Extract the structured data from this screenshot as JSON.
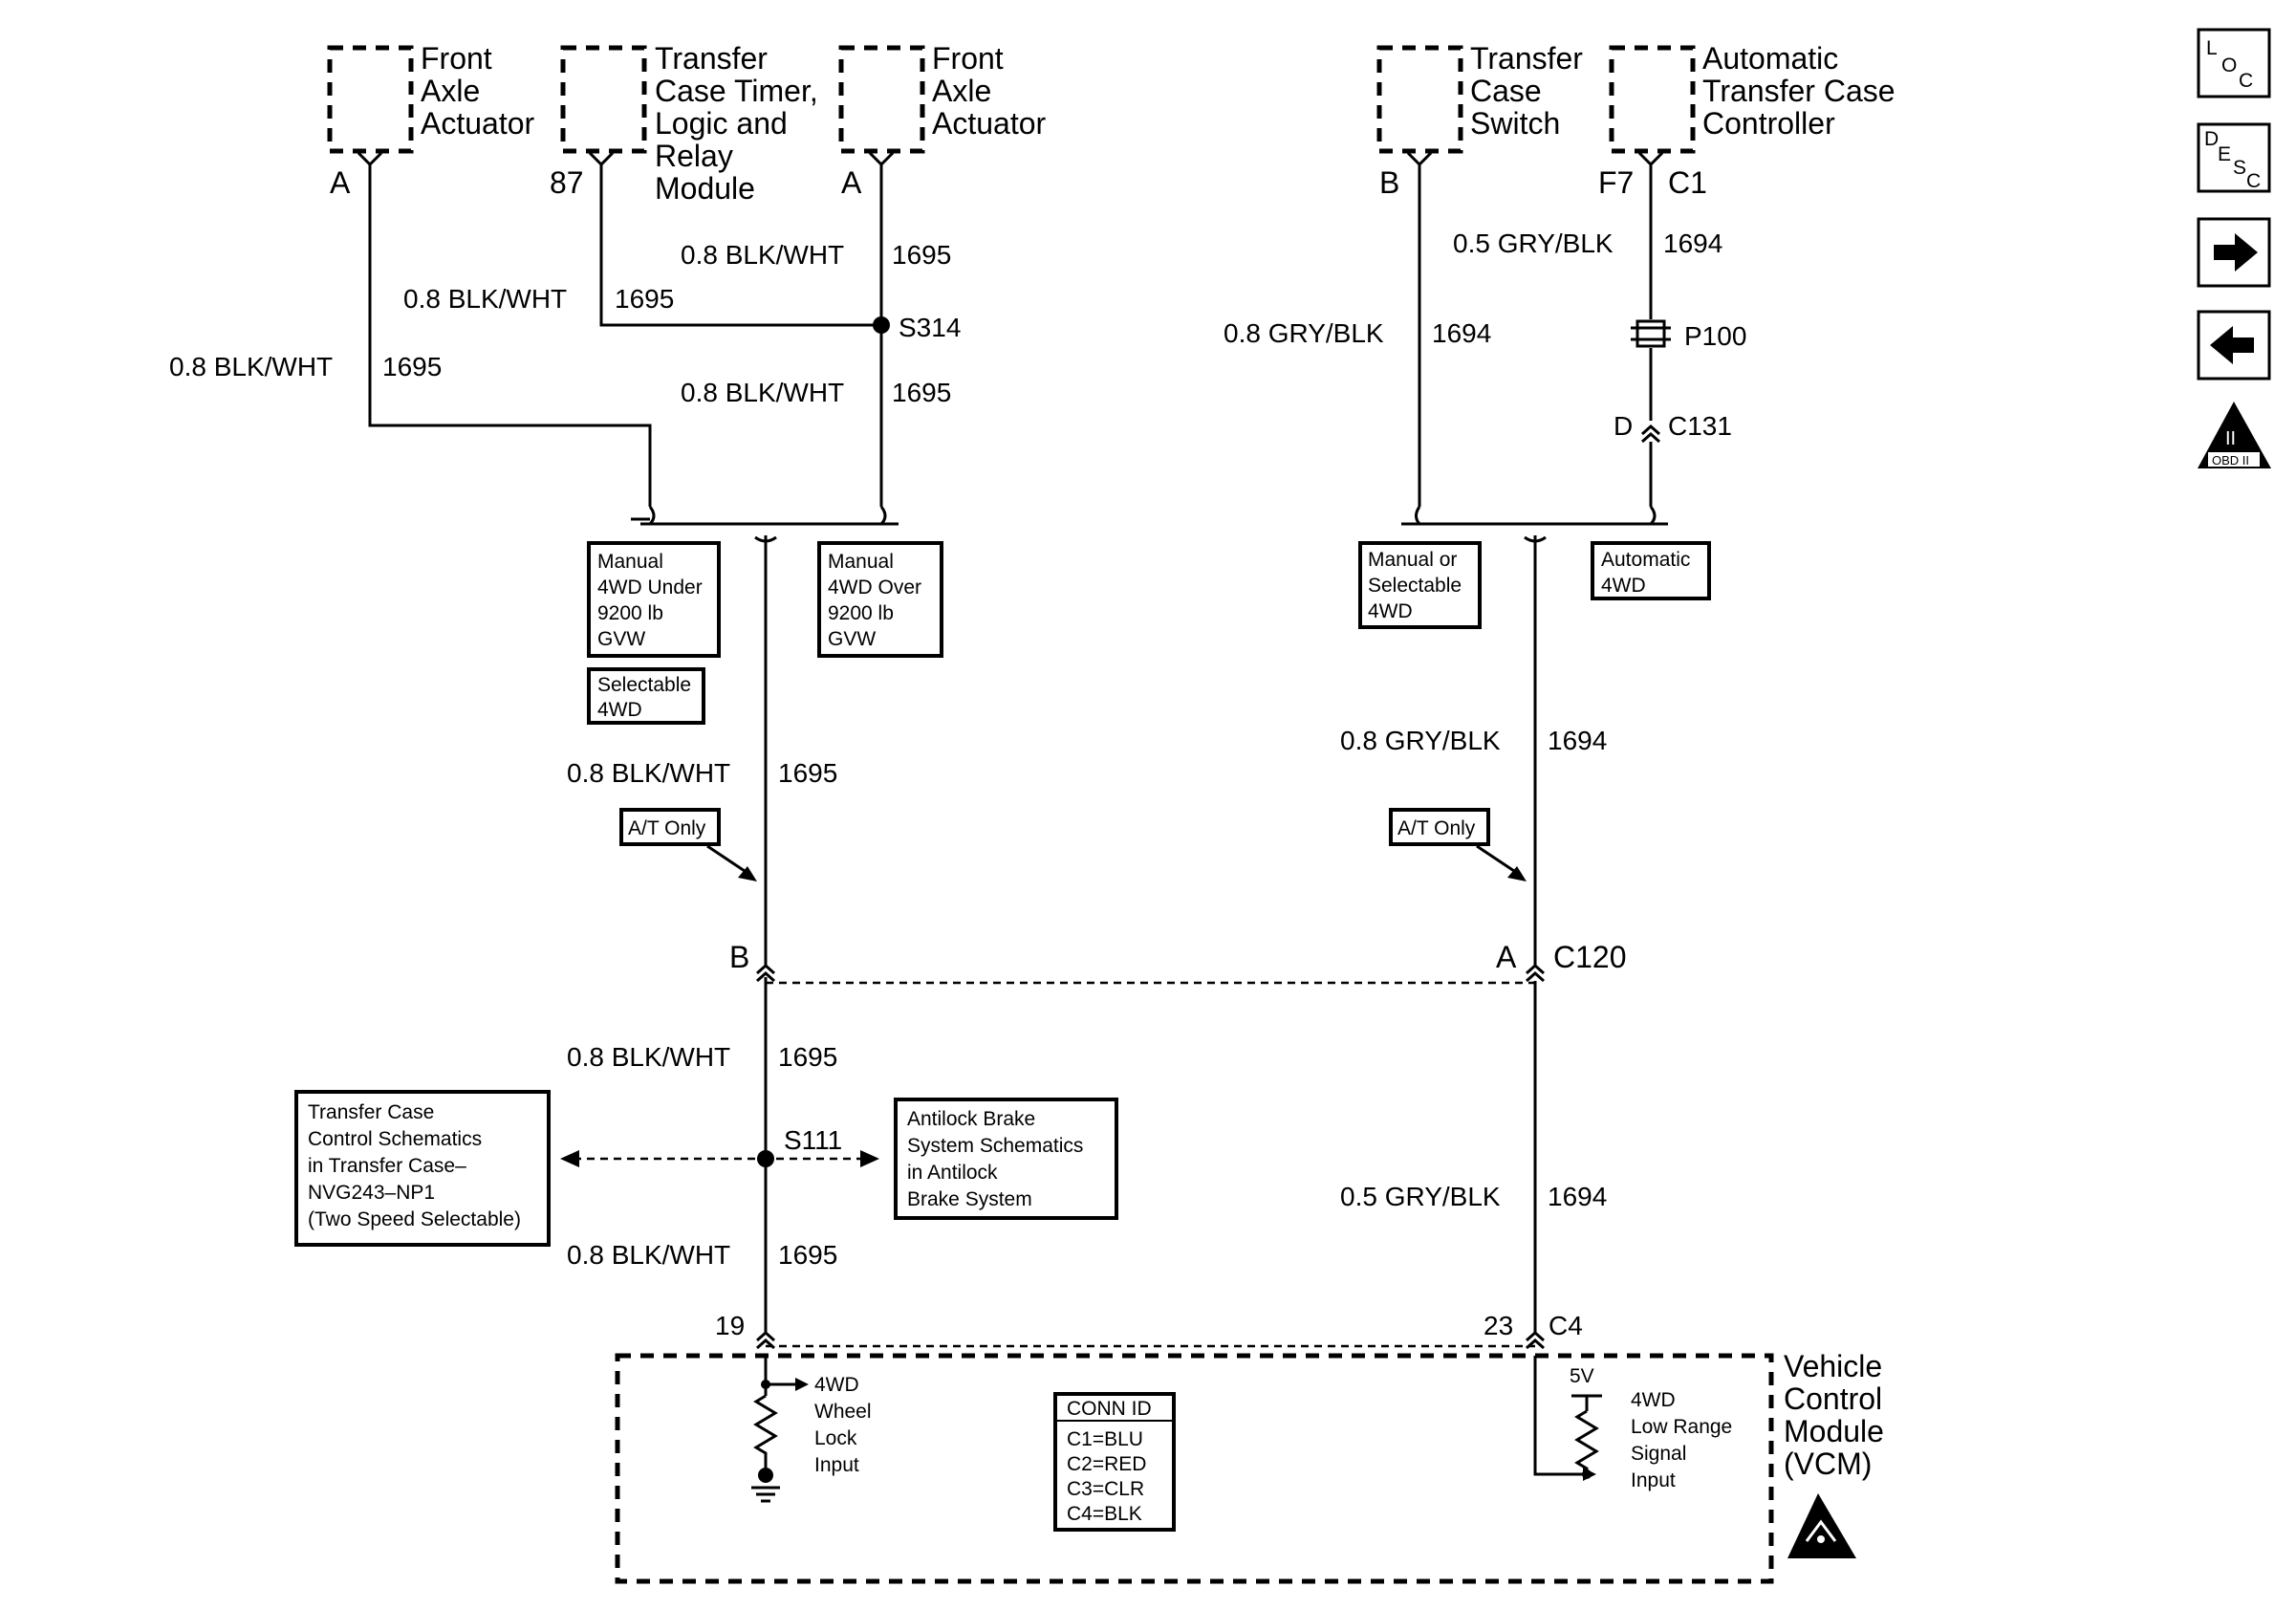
{
  "components": {
    "front_axle_actuator_1": [
      "Front",
      "Axle",
      "Actuator"
    ],
    "transfer_case_timer": [
      "Transfer",
      "Case Timer,",
      "Logic and",
      "Relay",
      "Module"
    ],
    "front_axle_actuator_2": [
      "Front",
      "Axle",
      "Actuator"
    ],
    "transfer_case_switch": [
      "Transfer",
      "Case",
      "Switch"
    ],
    "auto_transfer_case_controller": [
      "Automatic",
      "Transfer Case",
      "Controller"
    ],
    "vcm": [
      "Vehicle",
      "Control",
      "Module",
      "(VCM)"
    ]
  },
  "pins": {
    "fa1": "A",
    "tct": "87",
    "fa2": "A",
    "tcs": "B",
    "atc_pin": "F7",
    "atc_conn": "C1",
    "c131_pin": "D",
    "c131": "C131",
    "c120_left": "B",
    "c120_right": "A",
    "c120": "C120",
    "vcm_left": "19",
    "vcm_right": "23",
    "vcm_conn": "C4"
  },
  "wires": {
    "w_fa1": "0.8 BLK/WHT",
    "c_fa1": "1695",
    "w_tct": "0.8 BLK/WHT",
    "c_tct": "1695",
    "w_fa2": "0.8 BLK/WHT",
    "c_fa2": "1695",
    "w_s314": "0.8 BLK/WHT",
    "c_s314": "1695",
    "w_left_mid": "0.8 BLK/WHT",
    "c_left_mid": "1695",
    "w_left_c120": "0.8 BLK/WHT",
    "c_left_c120": "1695",
    "w_left_s111": "0.8 BLK/WHT",
    "c_left_s111": "1695",
    "w_atc": "0.5 GRY/BLK",
    "c_atc": "1694",
    "w_tcs": "0.8 GRY/BLK",
    "c_tcs": "1694",
    "w_right_mid": "0.8 GRY/BLK",
    "c_right_mid": "1694",
    "w_right_low": "0.5 GRY/BLK",
    "c_right_low": "1694"
  },
  "splices": {
    "s314": "S314",
    "s111": "S111",
    "p100": "P100"
  },
  "options": {
    "manual_under": [
      "Manual",
      "4WD Under",
      "9200 lb",
      "GVW"
    ],
    "manual_over": [
      "Manual",
      "4WD Over",
      "9200 lb",
      "GVW"
    ],
    "selectable": [
      "Selectable",
      "4WD"
    ],
    "manual_or_selectable": [
      "Manual or",
      "Selectable",
      "4WD"
    ],
    "automatic": [
      "Automatic",
      "4WD"
    ],
    "at_only_left": "A/T Only",
    "at_only_right": "A/T Only"
  },
  "references": {
    "transfer_case": [
      "Transfer Case",
      "Control Schematics",
      "in Transfer Case–",
      "NVG243–NP1",
      "(Two Speed Selectable)"
    ],
    "abs": [
      "Antilock Brake",
      "System Schematics",
      "in Antilock",
      "Brake System"
    ]
  },
  "vcm_inner": {
    "wheel_lock": [
      "4WD",
      "Wheel",
      "Lock",
      "Input"
    ],
    "low_range": [
      "4WD",
      "Low Range",
      "Signal",
      "Input"
    ],
    "five_volt": "5V",
    "conn_id_title": "CONN ID",
    "conn_id": [
      "C1=BLU",
      "C2=RED",
      "C3=CLR",
      "C4=BLK"
    ]
  },
  "nav": {
    "loc": [
      "L",
      "O",
      "C"
    ],
    "desc": [
      "D",
      "E",
      "S",
      "C"
    ],
    "obd": "OBD II",
    "obd_mark": "II"
  }
}
